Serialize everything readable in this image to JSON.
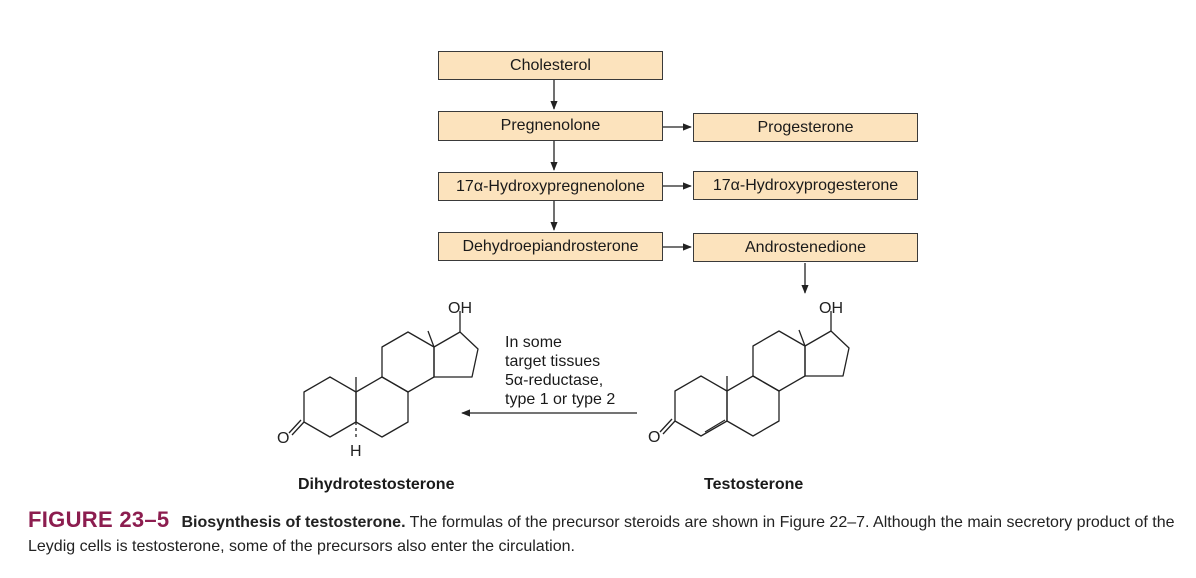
{
  "boxes": {
    "cholesterol": "Cholesterol",
    "pregnenolone": "Pregnenolone",
    "progesterone": "Progesterone",
    "hydroxypregnenolone": "17α-Hydroxypregnenolone",
    "hydroxyprogesterone": "17α-Hydroxyprogesterone",
    "dhea": "Dehydroepiandrosterone",
    "androstenedione": "Androstenedione"
  },
  "reaction": {
    "lines": [
      "In some",
      "target tissues",
      "5α-reductase,",
      "type 1 or type 2"
    ]
  },
  "molecules": {
    "dht": {
      "name": "Dihydrotestosterone",
      "oh": "OH",
      "o": "O",
      "h": "H"
    },
    "testosterone": {
      "name": "Testosterone",
      "oh": "OH",
      "o": "O"
    }
  },
  "caption": {
    "figure_number": "FIGURE 23–5",
    "title": "Biosynthesis of testosterone.",
    "text": "The formulas of the precursor steroids are shown in Figure 22–7. Although the main secretory product of the Leydig cells is testosterone, some of the precursors also enter the circulation."
  }
}
